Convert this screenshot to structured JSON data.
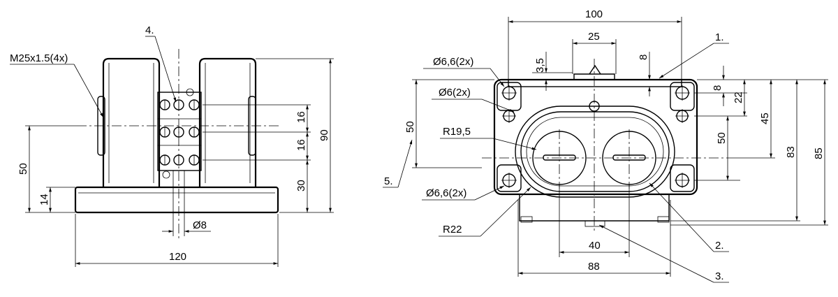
{
  "left_view": {
    "thread_label": "M25x1.5(4x)",
    "callout_4": "4.",
    "dim_120": "120",
    "dim_90": "90",
    "dim_50": "50",
    "dim_30": "30",
    "dim_16a": "16",
    "dim_16b": "16",
    "dim_14": "14",
    "dia_8": "Ø8"
  },
  "right_view": {
    "dim_100": "100",
    "dim_25": "25",
    "dim_3_5": "3,5",
    "dim_8_top": "8",
    "dim_8_right": "8",
    "dim_22": "22",
    "dim_45": "45",
    "dim_50_right": "50",
    "dim_83": "83",
    "dim_85": "85",
    "dim_50_left": "50",
    "dim_40": "40",
    "dim_88": "88",
    "hole_label_1": "Ø6,6(2x)",
    "hole_label_2": "Ø6(2x)",
    "radius_19_5": "R19,5",
    "hole_label_3": "Ø6,6(2x)",
    "radius_22": "R22",
    "callout_1": "1.",
    "callout_2": "2.",
    "callout_3": "3.",
    "callout_5": "5."
  }
}
